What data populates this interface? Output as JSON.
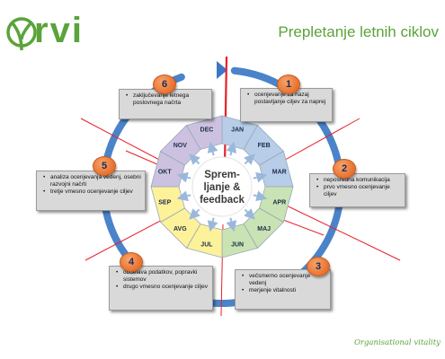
{
  "logo": {
    "text": "rvi"
  },
  "title": "Prepletanje letnih ciklov",
  "center": {
    "line1": "Sprem-",
    "line2": "ljanje &",
    "line3": "feedback"
  },
  "months": [
    "JAN",
    "FEB",
    "MAR",
    "APR",
    "MAJ",
    "JUN",
    "JUL",
    "AVG",
    "SEP",
    "OKT",
    "NOV",
    "DEC"
  ],
  "colors": {
    "accent": "#5aa33a",
    "cycle": "#3b78c4",
    "divider": "#e8202a",
    "badge": "#e8702f",
    "segments": [
      "#b7cde8",
      "#b7cde8",
      "#b7cde8",
      "#c9e3b4",
      "#c9e3b4",
      "#c9e3b4",
      "#fdf29a",
      "#fdf29a",
      "#fdf29a",
      "#ccc2e0",
      "#ccc2e0",
      "#ccc2e0"
    ]
  },
  "steps": [
    {
      "number": "1",
      "items": [
        "ocenjevanje za nazaj postavljanje ciljev za naprej"
      ]
    },
    {
      "number": "2",
      "items": [
        "neposredna komunikacija",
        "prvo vmesno ocenjevanje ciljev"
      ]
    },
    {
      "number": "3",
      "items": [
        "večsmerno ocenjevanje vedenj",
        "merjenje vitalnosti"
      ]
    },
    {
      "number": "4",
      "items": [
        "obdelava podatkov, popravki sistemov",
        "drugo vmesno ocenjevanje ciljev"
      ]
    },
    {
      "number": "5",
      "items": [
        "analiza ocenjevanja vedenj, osebni razvojni načrti",
        "tretje vmesno ocenjevanje ciljev"
      ]
    },
    {
      "number": "6",
      "items": [
        "zaključevanje letnega poslovnega načrta"
      ]
    }
  ],
  "footer": "Organisational vitality"
}
